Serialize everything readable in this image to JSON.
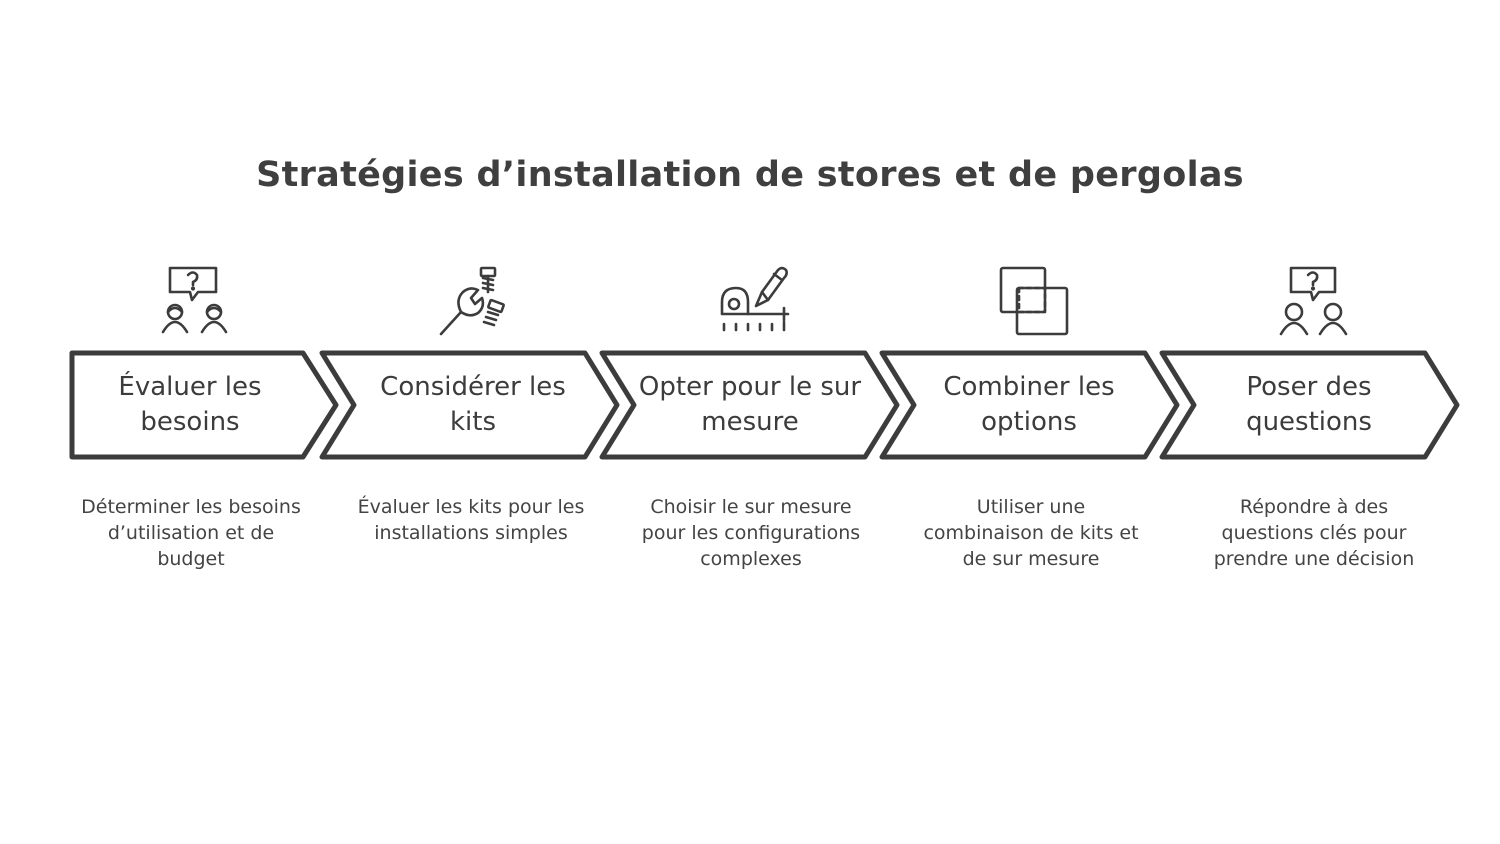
{
  "title": "Stratégies d’installation de stores et de pergolas",
  "steps": [
    {
      "label": "Évaluer les besoins",
      "description": "Déterminer les besoins d’utilisation et de budget",
      "icon": "people-question-icon"
    },
    {
      "label": "Considérer les kits",
      "description": "Évaluer les kits pour les installations simples",
      "icon": "wrench-bolts-icon"
    },
    {
      "label": "Opter pour le sur mesure",
      "description": "Choisir le sur mesure pour les configurations complexes",
      "icon": "tape-measure-pencil-icon"
    },
    {
      "label": "Combiner les options",
      "description": "Utiliser une combinaison de kits et de sur mesure",
      "icon": "overlapping-squares-icon"
    },
    {
      "label": "Poser des questions",
      "description": "Répondre à des questions clés pour prendre une décision",
      "icon": "people-question-icon"
    }
  ],
  "colors": {
    "stroke": "#3c3c3c",
    "text": "#3c3c3c",
    "background": "#ffffff"
  }
}
